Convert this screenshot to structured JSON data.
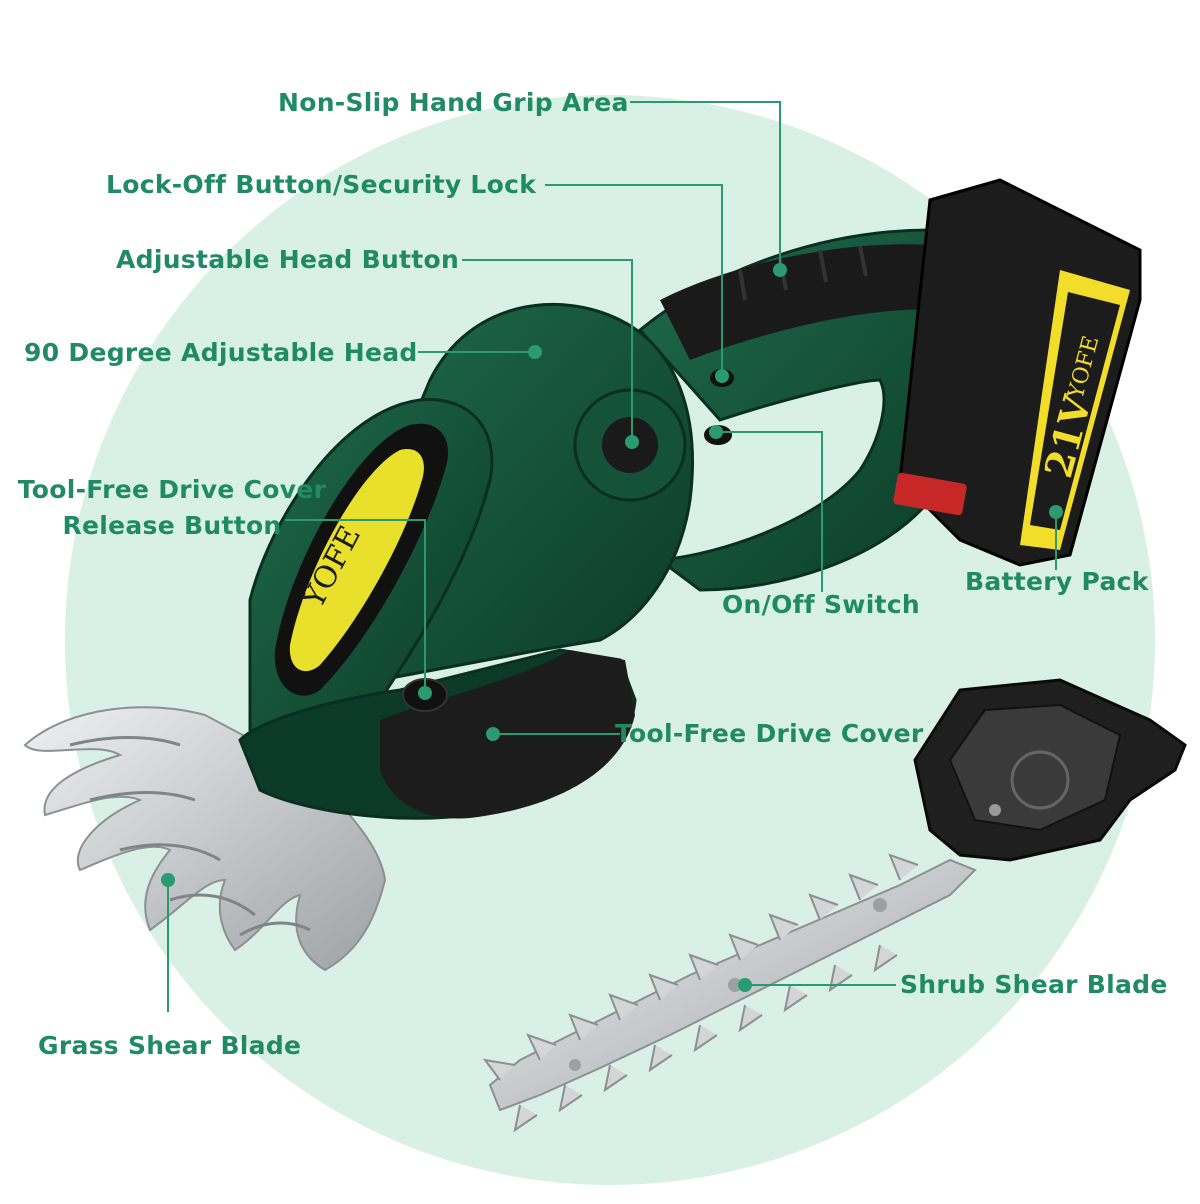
{
  "brand": {
    "logo_text": "YOFE",
    "battery_voltage": "21V",
    "battery_brand": "YOFE"
  },
  "callouts": [
    {
      "id": "grip",
      "text": "Non-Slip Hand Grip Area"
    },
    {
      "id": "lock",
      "text": "Lock-Off Button/Security Lock"
    },
    {
      "id": "adj-button",
      "text": "Adjustable Head Button"
    },
    {
      "id": "adj-head",
      "text": "90 Degree Adjustable Head"
    },
    {
      "id": "release",
      "text": "Tool-Free Drive Cover\nRelease Button"
    },
    {
      "id": "battery",
      "text": "Battery Pack"
    },
    {
      "id": "switch",
      "text": "On/Off Switch"
    },
    {
      "id": "drive-cover",
      "text": "Tool-Free Drive Cover"
    },
    {
      "id": "shrub-blade",
      "text": "Shrub Shear Blade"
    },
    {
      "id": "grass-blade",
      "text": "Grass Shear Blade"
    }
  ],
  "colors": {
    "label_green": "#1f8a64",
    "leader_line": "#2a9a70",
    "background_circle": "#d9f0e6",
    "tool_body": "#14523a",
    "tool_dark": "#0c3a28",
    "grip_black": "#1a1a1a",
    "logo_yellow": "#e8e02a",
    "blade_steel": "#c9cbcd",
    "battery_yellow": "#f2dd2a",
    "battery_red": "#c62828"
  }
}
